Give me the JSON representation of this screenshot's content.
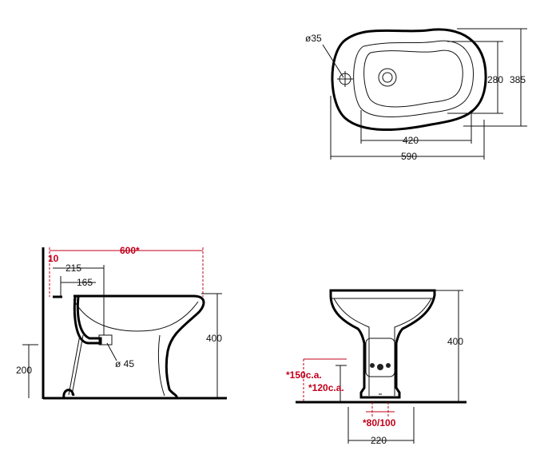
{
  "top_view": {
    "hole_diameter": "ø35",
    "inner_width": "280",
    "outer_width": "385",
    "inner_length": "420",
    "outer_length": "590"
  },
  "side_view": {
    "overall_depth": "600*",
    "wall_gap": "10",
    "tap_offset_1": "215",
    "tap_offset_2": "165",
    "waste_diameter": "ø 45",
    "height": "400",
    "waste_height": "200"
  },
  "front_view": {
    "height": "400",
    "supply_height_1": "*150c.a.",
    "supply_height_2": "*120c.a.",
    "supply_spacing": "*80/100",
    "base_width": "220"
  },
  "colors": {
    "line": "#000000",
    "accent": "#c0001a"
  }
}
